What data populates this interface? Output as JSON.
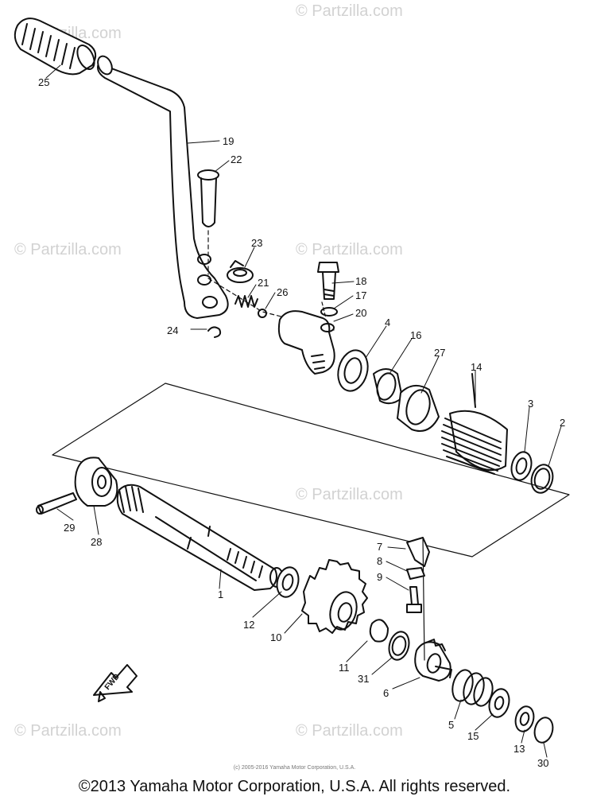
{
  "watermark": "© Partzilla.com",
  "small_copyright": "(c) 2005-2016 Yamaha Motor Corporation, U.S.A.",
  "copyright": "©2013 Yamaha Motor Corporation, U.S.A. All rights reserved.",
  "fwd_label": "FWD",
  "callouts": [
    "1",
    "2",
    "3",
    "4",
    "5",
    "6",
    "7",
    "8",
    "9",
    "10",
    "11",
    "12",
    "13",
    "14",
    "15",
    "16",
    "17",
    "18",
    "19",
    "20",
    "21",
    "22",
    "23",
    "24",
    "25",
    "26",
    "27",
    "28",
    "29",
    "30",
    "31"
  ],
  "colors": {
    "ink": "#111111",
    "watermark": "#d2d2d2",
    "background": "#ffffff"
  }
}
